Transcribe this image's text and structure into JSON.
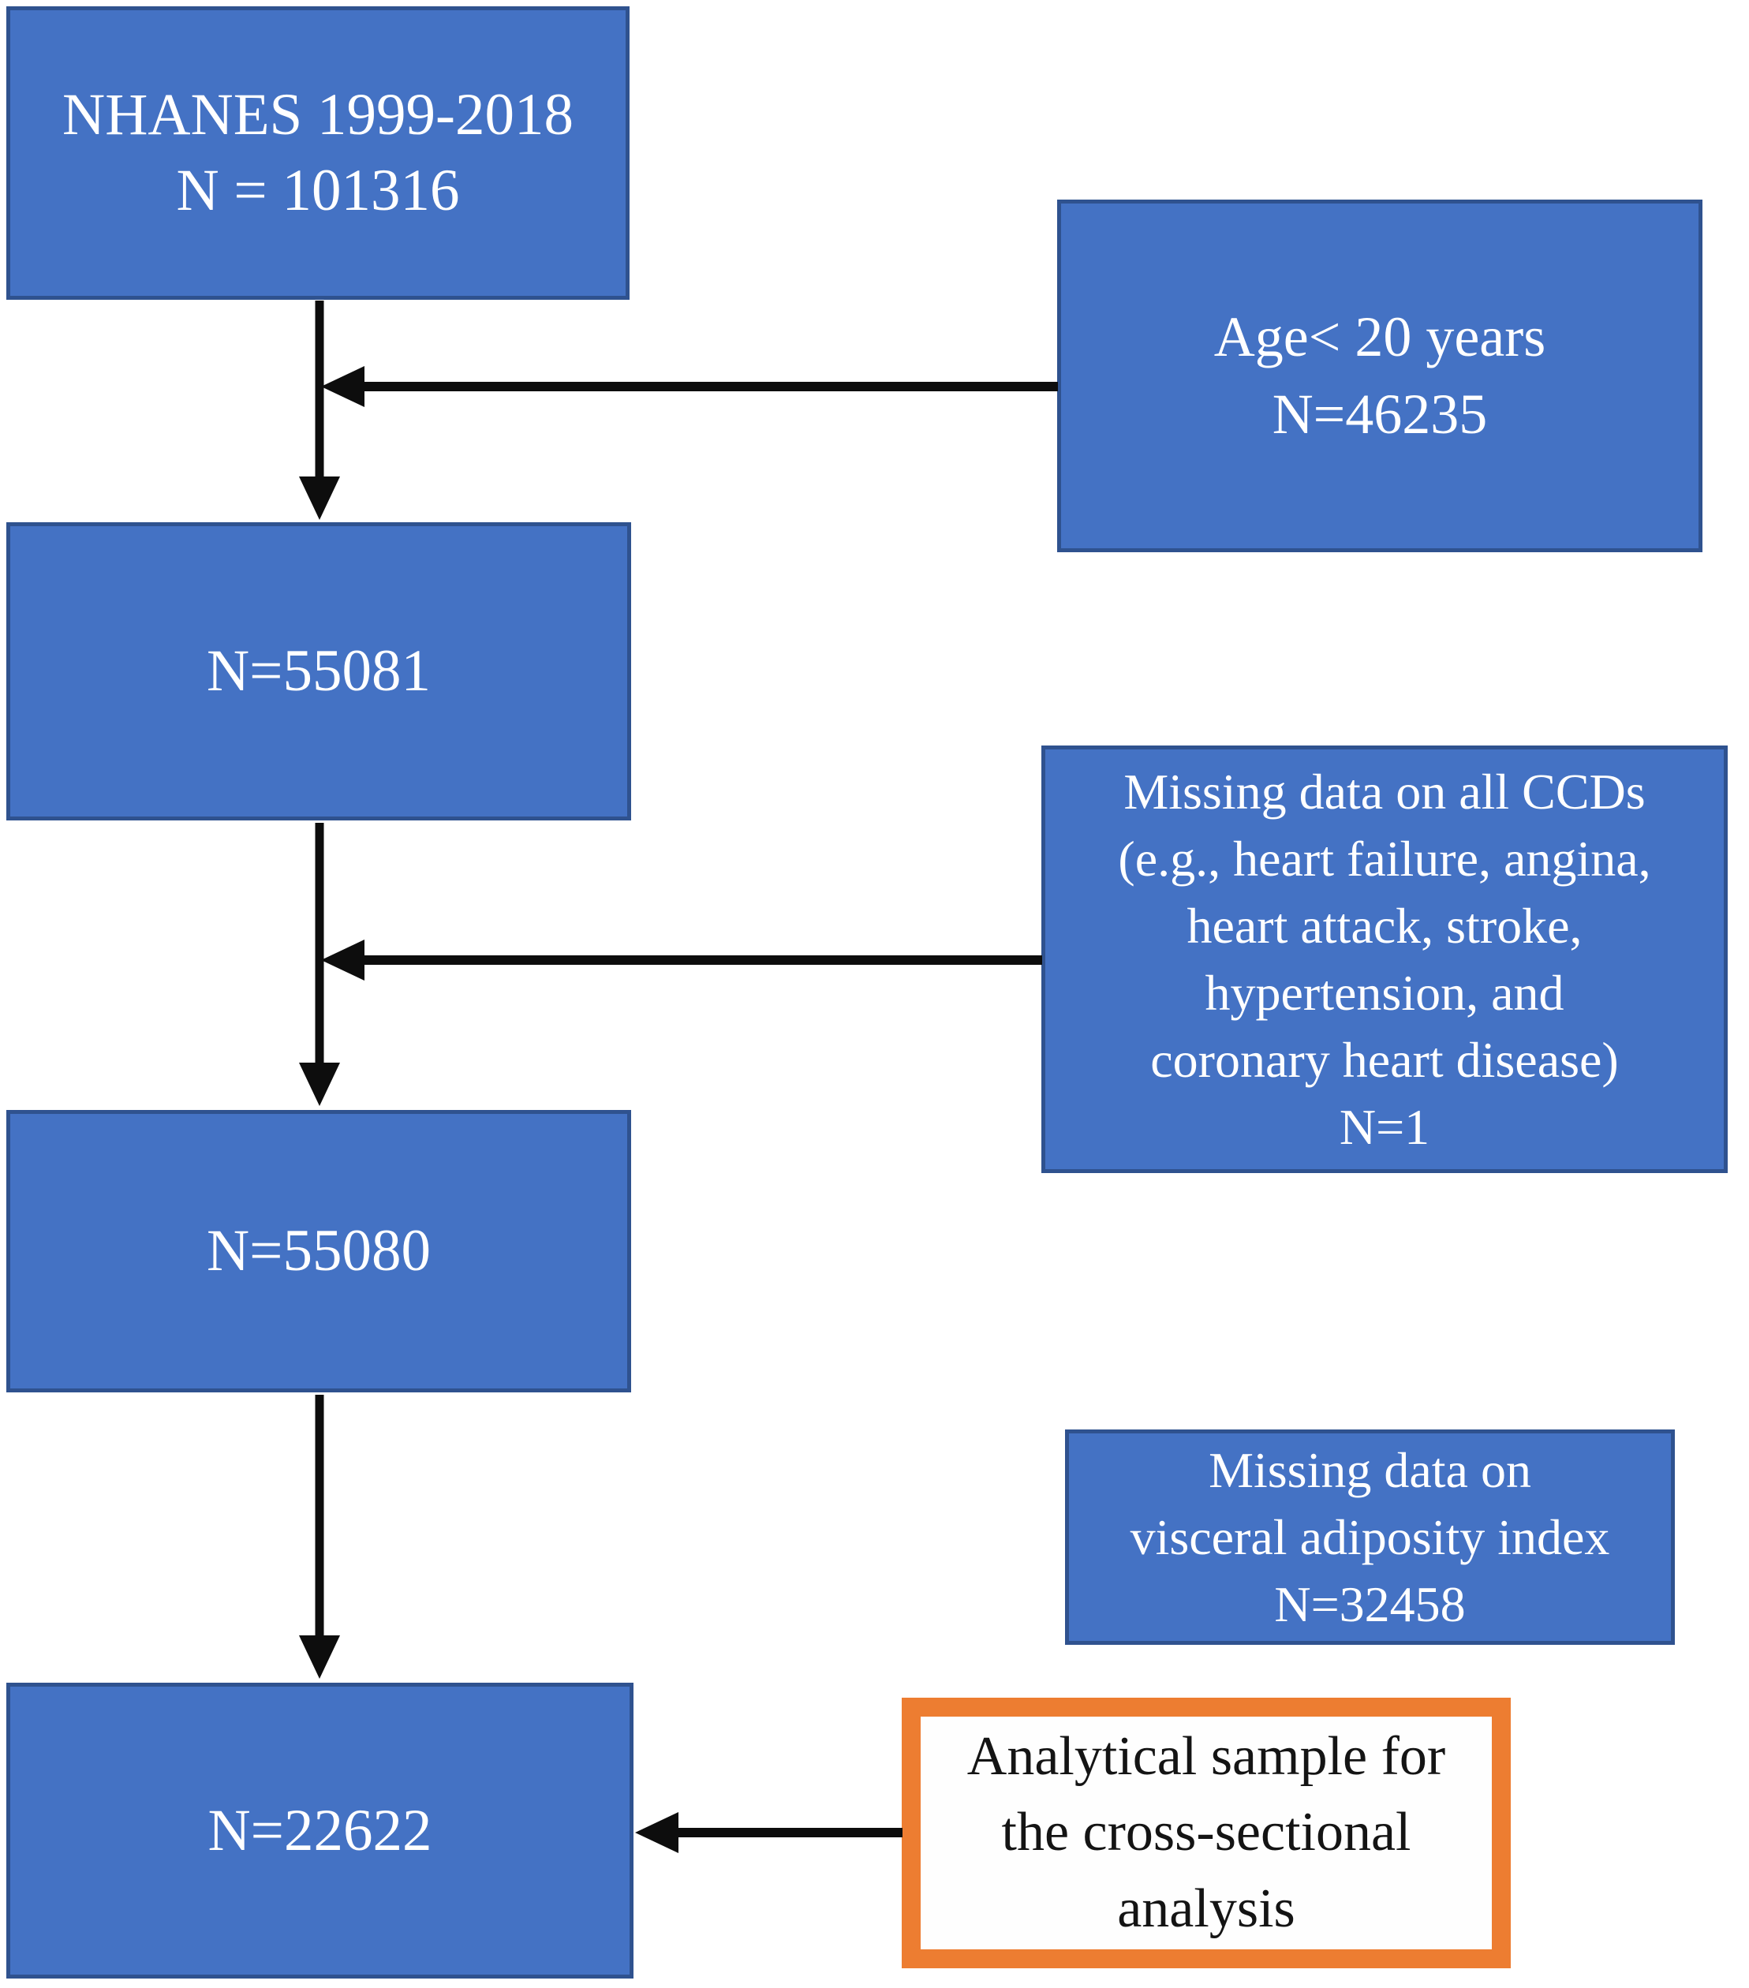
{
  "title": "Participant selection flowchart",
  "colors": {
    "box_fill": "#4472C4",
    "box_border": "#2F528F",
    "arrow": "#0D0D0D",
    "highlight_border": "#ED7D31",
    "highlight_fill": "#FEFEFE",
    "box_text": "#FFFFFF",
    "highlight_text": "#141414",
    "background": "#FFFFFF"
  },
  "flow": {
    "main": [
      {
        "name": "nhanes-total",
        "lines": [
          "NHANES 1999-2018",
          "N = 101316"
        ]
      },
      {
        "name": "after-age-exclusion",
        "lines": [
          "N=55081"
        ]
      },
      {
        "name": "after-ccd-exclusion",
        "lines": [
          "N=55080"
        ]
      },
      {
        "name": "final-sample",
        "lines": [
          "N=22622"
        ]
      }
    ],
    "exclusions": [
      {
        "name": "age-under-20",
        "lines": [
          "Age< 20 years",
          "N=46235"
        ]
      },
      {
        "name": "missing-ccd",
        "lines": [
          "Missing data on all CCDs",
          "(e.g., heart failure, angina,",
          "heart attack, stroke,",
          "hypertension, and",
          "coronary heart disease)",
          "N=1"
        ]
      },
      {
        "name": "missing-vai",
        "lines": [
          "Missing data on",
          "visceral adiposity index",
          "N=32458"
        ]
      },
      {
        "name": "analytical-sample",
        "lines": [
          "Analytical sample for",
          "the cross-sectional",
          "analysis"
        ]
      }
    ]
  }
}
